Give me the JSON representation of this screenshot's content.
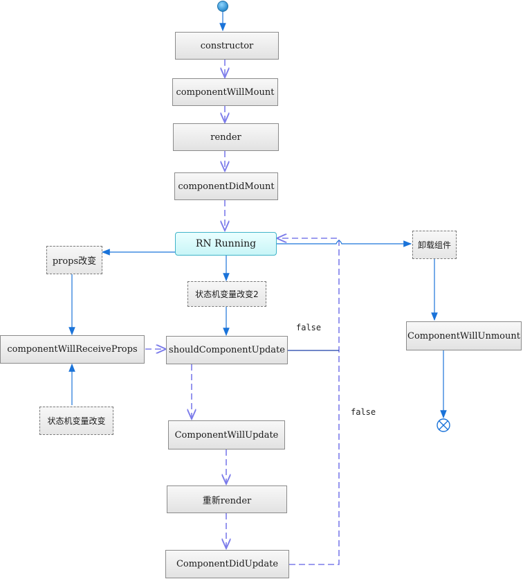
{
  "nodes": {
    "constructor": "constructor",
    "component_will_mount": "componentWillMount",
    "render": "render",
    "component_did_mount": "componentDidMount",
    "rn_running": "RN Running",
    "props_change": "props改变",
    "state_change_2": "状态机变量改变2",
    "unmount_component": "卸载组件",
    "component_will_receive_props": "componentWillReceiveProps",
    "should_component_update": "shouldComponentUpdate",
    "component_will_unmount": "ComponentWillUnmount",
    "state_change": "状态机变量改变",
    "component_will_update": "ComponentWillUpdate",
    "re_render": "重新render",
    "component_did_update": "ComponentDidUpdate"
  },
  "edge_labels": {
    "false_top": "false",
    "false_right": "false"
  },
  "colors": {
    "solid_arrow": "#1a73d9",
    "dashed_arrow": "#7b7bea",
    "start_node": "#2a8fd0",
    "running_fill": "#d2f8fa"
  }
}
